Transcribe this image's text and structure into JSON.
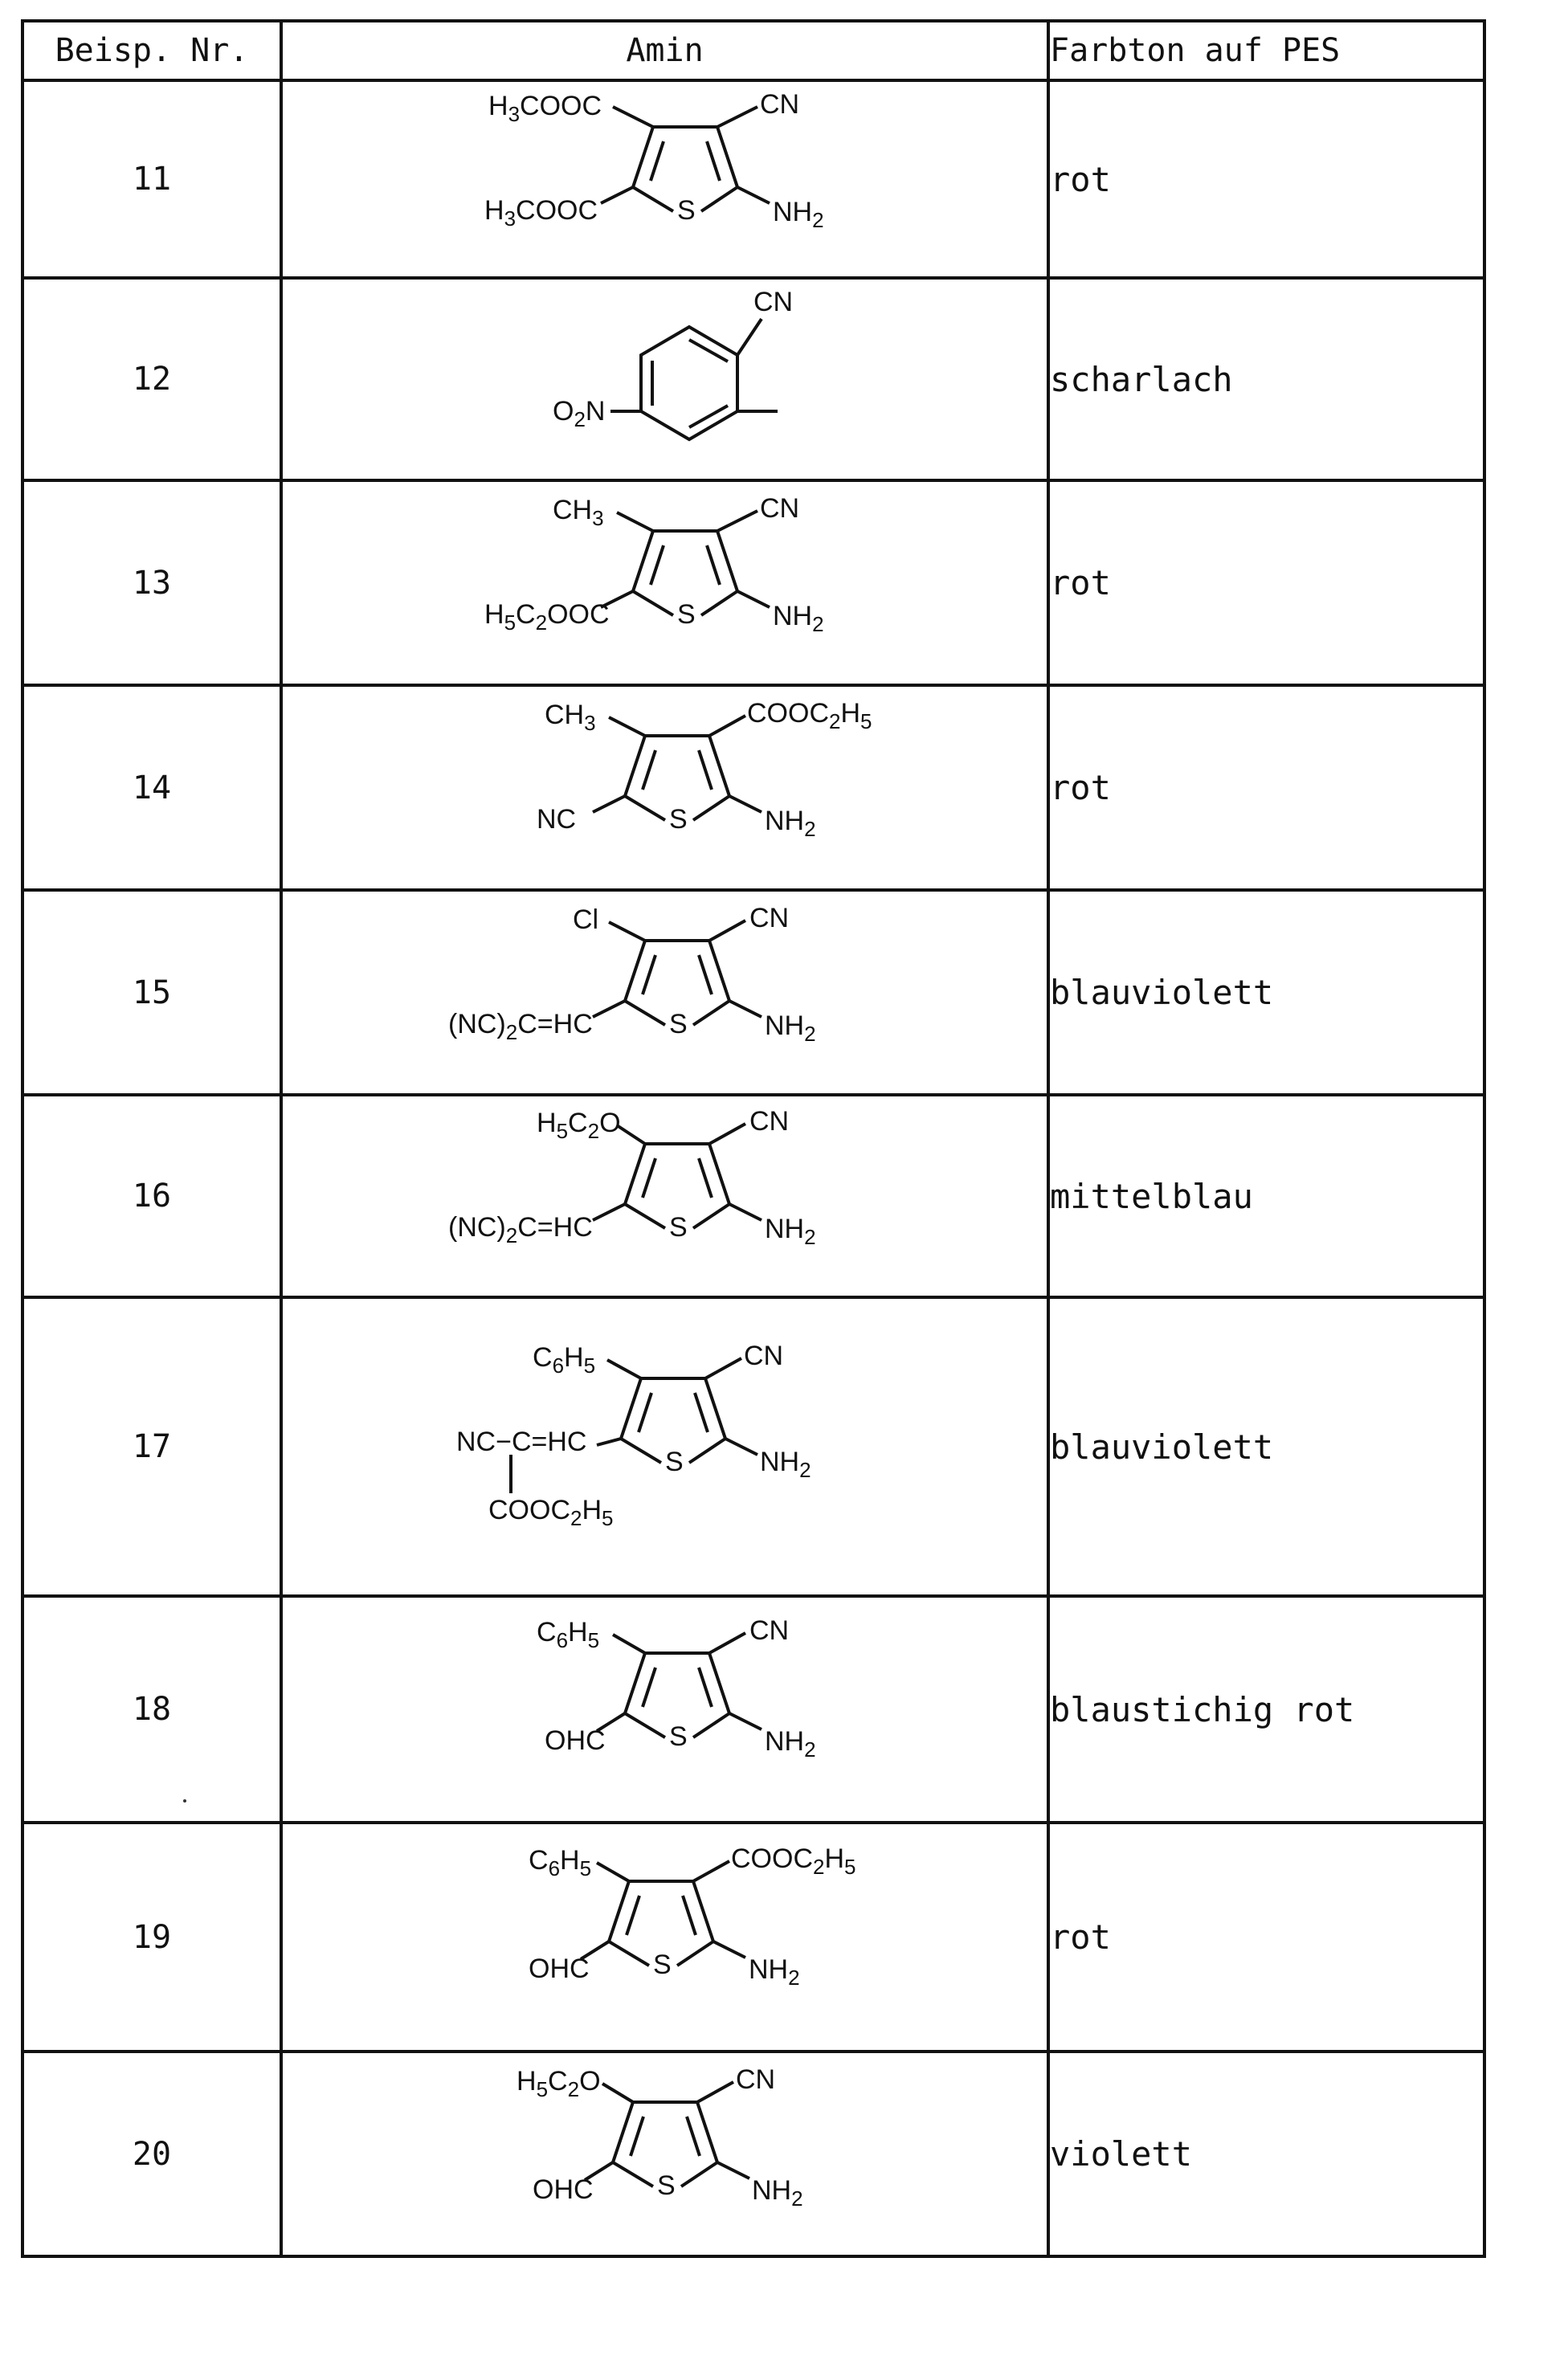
{
  "table": {
    "headers": [
      "Beisp. Nr.",
      "Amin",
      "Farbton auf PES"
    ],
    "rows": [
      {
        "nr": "11",
        "farbton": "rot",
        "labels": {
          "tl": "H3COOC",
          "tr": "CN",
          "bl": "H3COOC",
          "br": "NH2",
          "s": "S"
        }
      },
      {
        "nr": "12",
        "farbton": "scharlach",
        "labels": {
          "top": "CN",
          "left": "O2N"
        }
      },
      {
        "nr": "13",
        "farbton": "rot",
        "labels": {
          "tl": "CH3",
          "tr": "CN",
          "bl": "H5C2OOC",
          "br": "NH2",
          "s": "S"
        }
      },
      {
        "nr": "14",
        "farbton": "rot",
        "labels": {
          "tl": "CH3",
          "tr": "COOC2H5",
          "bl": "NC",
          "br": "NH2",
          "s": "S"
        }
      },
      {
        "nr": "15",
        "farbton": "blauviolett",
        "labels": {
          "tl": "Cl",
          "tr": "CN",
          "bl": "(NC)2C=HC",
          "br": "NH2",
          "s": "S"
        }
      },
      {
        "nr": "16",
        "farbton": "mittelblau",
        "labels": {
          "tl": "H5C2O",
          "tr": "CN",
          "bl": "(NC)2C=HC",
          "br": "NH2",
          "s": "S"
        }
      },
      {
        "nr": "17",
        "farbton": "blauviolett",
        "labels": {
          "tl": "C6H5",
          "tr": "CN",
          "bl": "NC−C=HC",
          "bl2": "COOC2H5",
          "br": "NH2",
          "s": "S"
        }
      },
      {
        "nr": "18",
        "farbton": "blaustichig rot",
        "labels": {
          "tl": "C6H5",
          "tr": "CN",
          "bl": "OHC",
          "br": "NH2",
          "s": "S"
        }
      },
      {
        "nr": "19",
        "farbton": "rot",
        "labels": {
          "tl": "C6H5",
          "tr": "COOC2H5",
          "bl": "OHC",
          "br": "NH2",
          "s": "S"
        }
      },
      {
        "nr": "20",
        "farbton": "violett",
        "labels": {
          "tl": "H5C2O",
          "tr": "CN",
          "bl": "OHC",
          "br": "NH2",
          "s": "S"
        }
      }
    ]
  }
}
